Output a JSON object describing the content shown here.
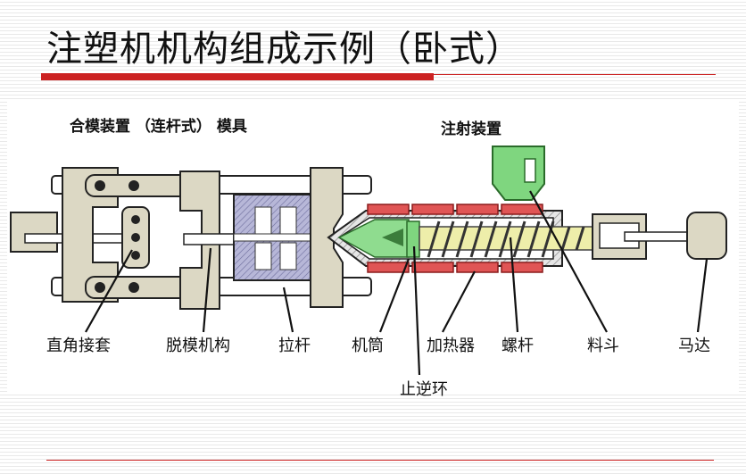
{
  "slide": {
    "title": "注塑机机构组成示例（卧式）"
  },
  "diagram": {
    "header_clamp": "合模装置 （连杆式） 模具",
    "header_injection": "注射装置",
    "labels": {
      "toggle_sleeve": "直角接套",
      "ejector": "脱模机构",
      "tie_bar": "拉杆",
      "barrel": "机筒",
      "heater": "加热器",
      "screw": "螺杆",
      "check_ring": "止逆环",
      "hopper": "料斗",
      "motor": "马达"
    },
    "colors": {
      "accent_red": "#cc2222",
      "clamp_frame": "#dcd8c4",
      "mold": "#a9a9cf",
      "heater": "#e05555",
      "hopper": "#7fd67f",
      "screw": "#eeeeaa"
    }
  }
}
